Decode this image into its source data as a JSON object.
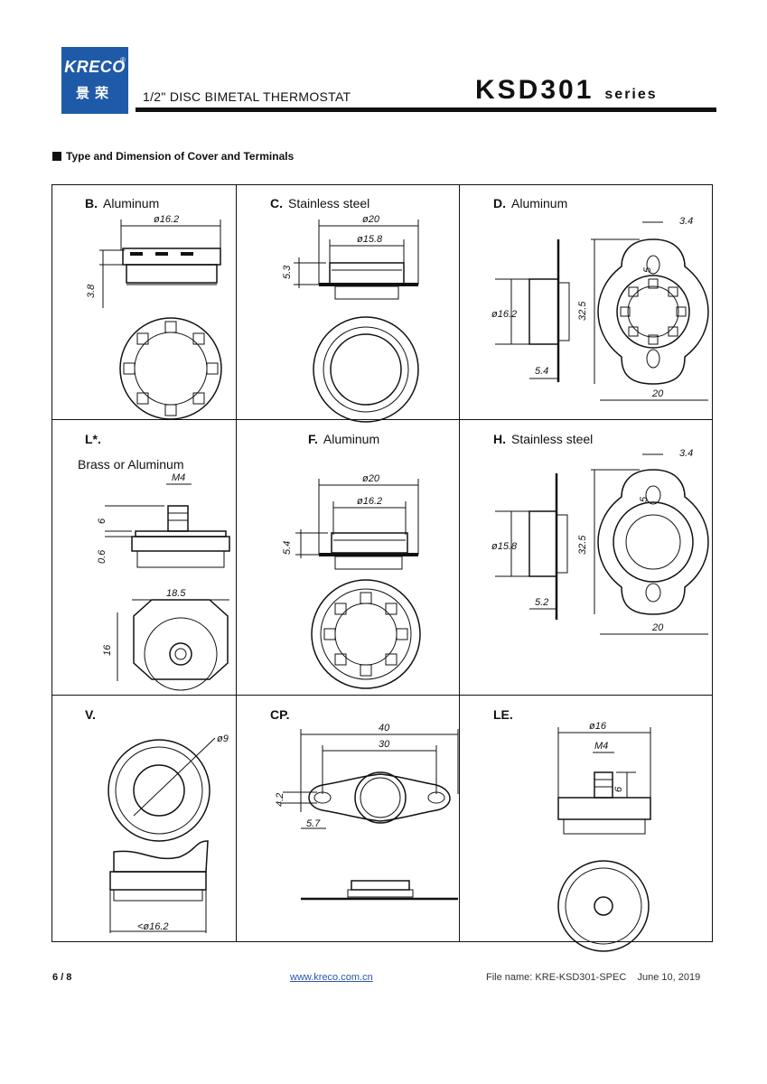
{
  "header": {
    "logo_text": "KRECO",
    "logo_cn": "景荣",
    "logo_mark": "®",
    "doc_title": "1/2\" DISC BIMETAL THERMOSTAT",
    "model": "KSD301",
    "model_suffix": "series"
  },
  "section_title": "Type and Dimension of Cover and Terminals",
  "cells": {
    "B": {
      "code": "B.",
      "material": "Aluminum",
      "dims": [
        "ø16.2",
        "3.8"
      ]
    },
    "C": {
      "code": "C.",
      "material": "Stainless steel",
      "dims": [
        "ø20",
        "ø15.8",
        "5.3"
      ]
    },
    "D": {
      "code": "D.",
      "material": "Aluminum",
      "dims": [
        "3.4",
        "5",
        "32.5",
        "ø16.2",
        "5.4",
        "20"
      ]
    },
    "L": {
      "code": "L*.",
      "material": "Brass or Aluminum",
      "dims": [
        "M4",
        "6",
        "0.6",
        "18.5",
        "16"
      ]
    },
    "F": {
      "code": "F.",
      "material": "Aluminum",
      "dims": [
        "ø20",
        "ø16.2",
        "5.4"
      ]
    },
    "H": {
      "code": "H.",
      "material": "Stainless steel",
      "dims": [
        "3.4",
        "5",
        "32.5",
        "ø15.8",
        "5.2",
        "20"
      ]
    },
    "V": {
      "code": "V.",
      "material": "",
      "dims": [
        "ø9",
        "<ø16.2"
      ]
    },
    "CP": {
      "code": "CP.",
      "material": "",
      "dims": [
        "40",
        "30",
        "4.2",
        "5.7"
      ]
    },
    "LE": {
      "code": "LE.",
      "material": "",
      "dims": [
        "ø16",
        "M4",
        "6"
      ]
    }
  },
  "footer": {
    "page_current": "6",
    "page_total": "/ 8",
    "url": "www.kreco.com.cn",
    "file_name": "File name: KRE-KSD301-SPEC",
    "date": "June 10, 2019"
  }
}
